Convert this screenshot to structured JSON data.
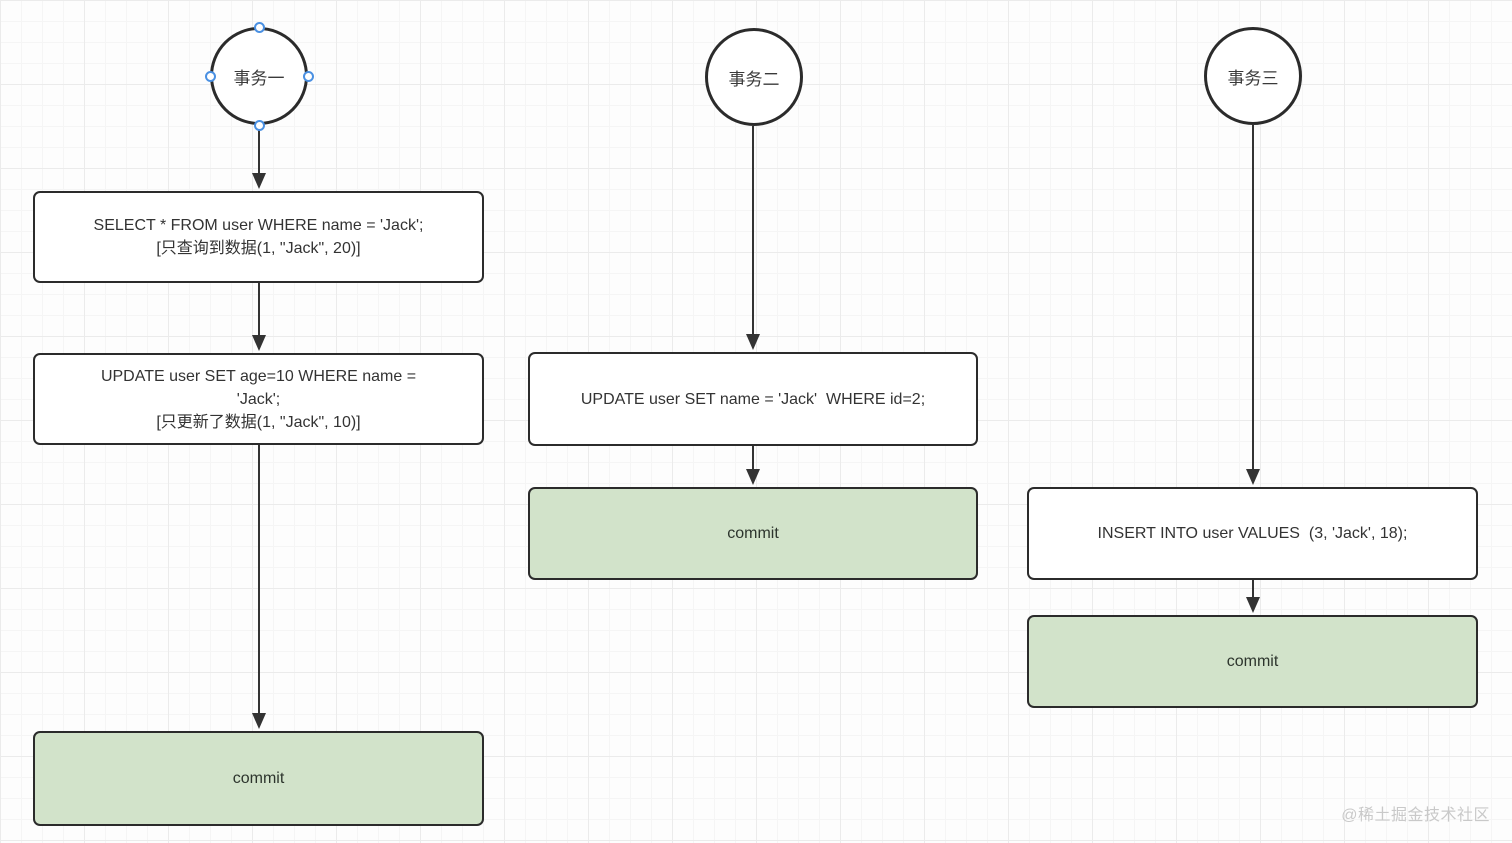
{
  "transactions": [
    {
      "name": "事务一",
      "steps": [
        {
          "lines": [
            "SELECT * FROM user WHERE name = 'Jack';",
            "[只查询到数据(1, \"Jack\", 20)]"
          ]
        },
        {
          "lines": [
            "UPDATE user SET age=10 WHERE name =",
            "'Jack';",
            "[只更新了数据(1, \"Jack\", 10)]"
          ]
        },
        {
          "commit_label": "commit"
        }
      ]
    },
    {
      "name": "事务二",
      "steps": [
        {
          "lines": [
            "UPDATE user SET name = 'Jack'  WHERE id=2;"
          ]
        },
        {
          "commit_label": "commit"
        }
      ]
    },
    {
      "name": "事务三",
      "steps": [
        {
          "lines": [
            "INSERT INTO user VALUES  (3, 'Jack', 18);"
          ]
        },
        {
          "commit_label": "commit"
        }
      ]
    }
  ],
  "watermark": "@稀土掘金技术社区",
  "colors": {
    "node_border": "#2b2b2b",
    "commit_fill": "#d2e3ca",
    "arrow": "#333333",
    "selection_handle": "#4a90e2",
    "watermark": "#c9c9c9"
  }
}
